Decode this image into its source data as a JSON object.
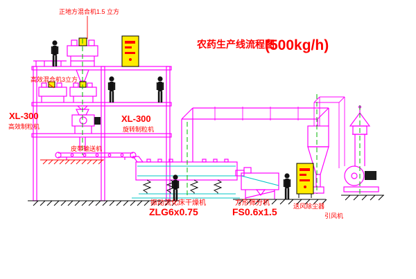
{
  "title": {
    "main": "农药生产线流程图",
    "capacity": "(500kg/h)"
  },
  "labels": {
    "mixer_top": "正地方混合机1.5 立方",
    "mixer_mid": "高效混合机3立方",
    "granulator_left_model": "XL-300",
    "granulator_left_name": "高效制粒机",
    "granulator_mid_model": "XL-300",
    "granulator_mid_name": "旋转制粒机",
    "belt_conveyor": "皮带输送机",
    "dryer_name": "振动流化床干燥机",
    "dryer_model": "ZLG6x0.75",
    "sieve_name": "方形筛分机",
    "sieve_model": "FS0.6x1.5",
    "dust_collector": "送风除尘器",
    "fan": "引风机"
  },
  "colors": {
    "drawing_line": "#ff00ff",
    "label_red": "#ff0000",
    "cabinet_yellow": "#ffec00",
    "detail_cyan": "#00c5c5",
    "centerline_green": "#00b400"
  }
}
